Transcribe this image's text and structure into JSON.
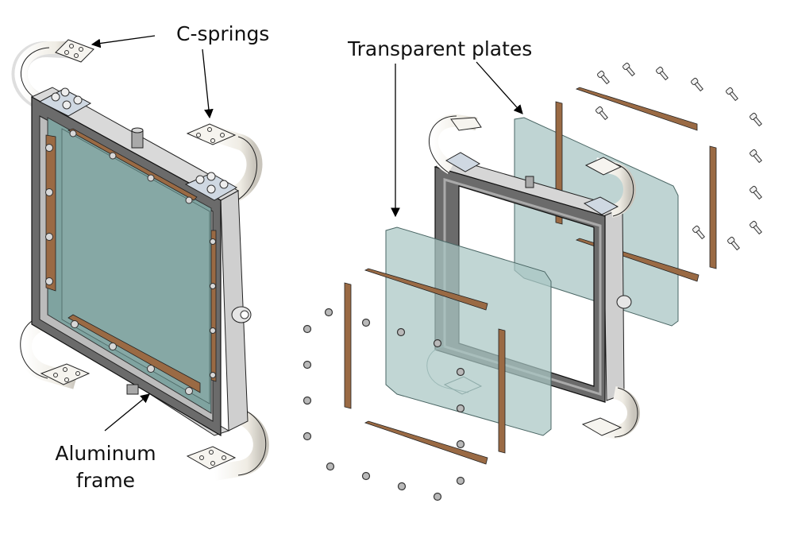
{
  "figure": {
    "type": "exploded assembly view",
    "labels": {
      "c_springs": "C-springs",
      "transparent_plates": "Transparent plates",
      "aluminum_frame_line1": "Aluminum",
      "aluminum_frame_line2": "frame"
    },
    "assembled_view": {
      "components": [
        "aluminum frame",
        "transparent plate",
        "copper strips",
        "hex nuts",
        "C-springs",
        "bolt clamps",
        "side ports"
      ],
      "c_spring_count": 4
    },
    "exploded_view": {
      "components": [
        "aluminum frame",
        "front transparent plate",
        "rear transparent plate",
        "copper strips",
        "hex nuts",
        "cap screws",
        "C-springs"
      ],
      "strip_count": 8,
      "plate_count": 2
    },
    "colors": {
      "frame_dark": "#6b6b6b",
      "frame_light": "#d6d6d6",
      "glass_tint": "#7fa3a0",
      "glass_transparent": "#a9c6c4",
      "copper": "#9a6a44",
      "spring": "#f4f1ea",
      "outline": "#222222"
    }
  }
}
